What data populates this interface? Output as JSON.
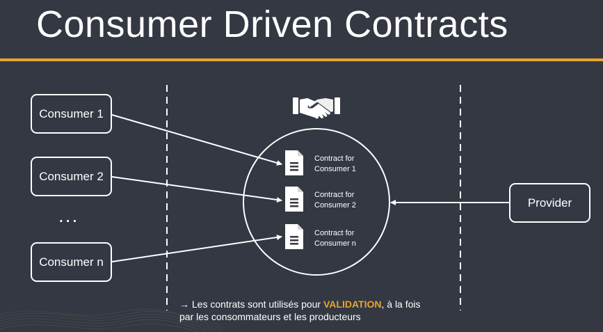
{
  "title": "Consumer Driven Contracts",
  "consumers": [
    {
      "label": "Consumer 1"
    },
    {
      "label": "Consumer 2"
    },
    {
      "label": "Consumer n"
    }
  ],
  "ellipsis": "...",
  "provider": {
    "label": "Provider"
  },
  "contracts": [
    {
      "line1": "Contract for",
      "line2": "Consumer 1"
    },
    {
      "line1": "Contract for",
      "line2": "Consumer 2"
    },
    {
      "line1": "Contract for",
      "line2": "Consumer n"
    }
  ],
  "note": {
    "arrow": "→",
    "before": "Les contrats sont utilisés pour ",
    "highlight": "VALIDATION",
    "after": ", à la fois",
    "line2": "par les consommateurs et les producteurs"
  },
  "icons": {
    "handshake": "handshake-icon",
    "document": "document-icon"
  },
  "colors": {
    "background": "#333842",
    "accent": "#e8a530",
    "foreground": "#ffffff"
  }
}
